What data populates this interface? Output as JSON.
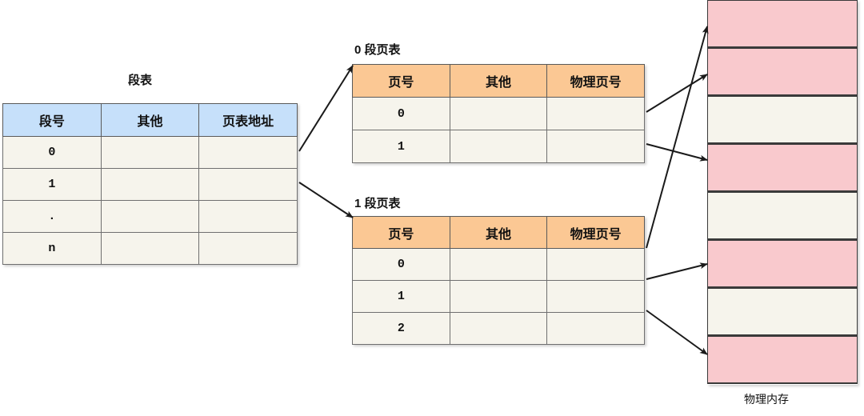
{
  "diagram": {
    "title_segment_table": "段表",
    "memory_caption": "物理内存"
  },
  "segment_table": {
    "title": "段表",
    "headers": [
      "段号",
      "其他",
      "页表地址"
    ],
    "rows": [
      [
        "0",
        "",
        ""
      ],
      [
        "1",
        "",
        ""
      ],
      [
        ".",
        "",
        ""
      ],
      [
        "n",
        "",
        ""
      ]
    ]
  },
  "page_tables": [
    {
      "title": "0 段页表",
      "headers": [
        "页号",
        "其他",
        "物理页号"
      ],
      "rows": [
        [
          "0",
          "",
          ""
        ],
        [
          "1",
          "",
          ""
        ]
      ]
    },
    {
      "title": "1 段页表",
      "headers": [
        "页号",
        "其他",
        "物理页号"
      ],
      "rows": [
        [
          "0",
          "",
          ""
        ],
        [
          "1",
          "",
          ""
        ],
        [
          "2",
          "",
          ""
        ]
      ]
    }
  ],
  "physical_memory": {
    "caption": "物理内存",
    "blocks": [
      {
        "state": "used"
      },
      {
        "state": "used"
      },
      {
        "state": "free"
      },
      {
        "state": "used"
      },
      {
        "state": "free"
      },
      {
        "state": "used"
      },
      {
        "state": "free"
      },
      {
        "state": "used"
      }
    ]
  },
  "colors": {
    "segment_header": "#c6e0fa",
    "page_header": "#fbc894",
    "cell_body": "#f6f4ec",
    "memory_used": "#f9c9cd",
    "memory_free": "#f6f4ec",
    "arrow": "#1a1a1a"
  }
}
